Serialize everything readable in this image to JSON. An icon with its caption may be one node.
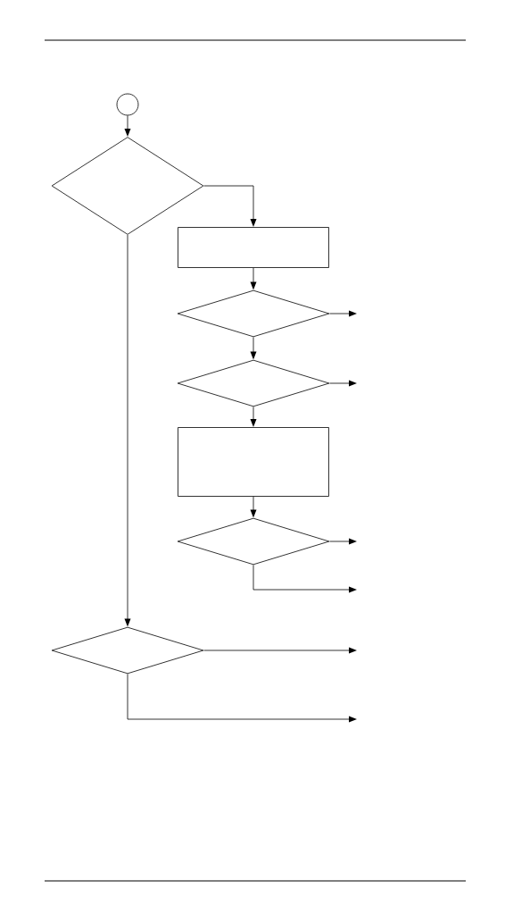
{
  "diagram": {
    "nodes": [
      {
        "text": [],
        "shape": "circle"
      },
      {
        "text": [],
        "shape": "diamond"
      },
      {
        "text": [],
        "shape": "box"
      },
      {
        "text": [],
        "shape": "diamond"
      },
      {
        "text": [],
        "shape": "diamond"
      },
      {
        "text": [],
        "shape": "box"
      },
      {
        "text": [],
        "shape": "diamond"
      },
      {
        "text": [],
        "shape": "diamond"
      }
    ],
    "edges": [
      {
        "from": 0,
        "to": 1,
        "arrow": "to"
      },
      {
        "from": 1,
        "to": 2,
        "arrow": "to"
      },
      {
        "from": 1,
        "to": 7,
        "arrow": "to"
      },
      {
        "from": 2,
        "to": 3,
        "arrow": "to"
      },
      {
        "from": 3,
        "to": 4,
        "arrow": "to"
      },
      {
        "from": 4,
        "to": 5,
        "arrow": "to"
      },
      {
        "from": 5,
        "to": 6,
        "arrow": "to"
      },
      {
        "from": 3,
        "to": null,
        "arrow": "to"
      },
      {
        "from": 4,
        "to": null,
        "arrow": "to"
      },
      {
        "from": 6,
        "to": null,
        "arrow": "to"
      },
      {
        "from": 6,
        "to": null,
        "arrow": "to"
      },
      {
        "from": 7,
        "to": null,
        "arrow": "to"
      },
      {
        "from": 7,
        "to": null,
        "arrow": "to"
      }
    ]
  }
}
